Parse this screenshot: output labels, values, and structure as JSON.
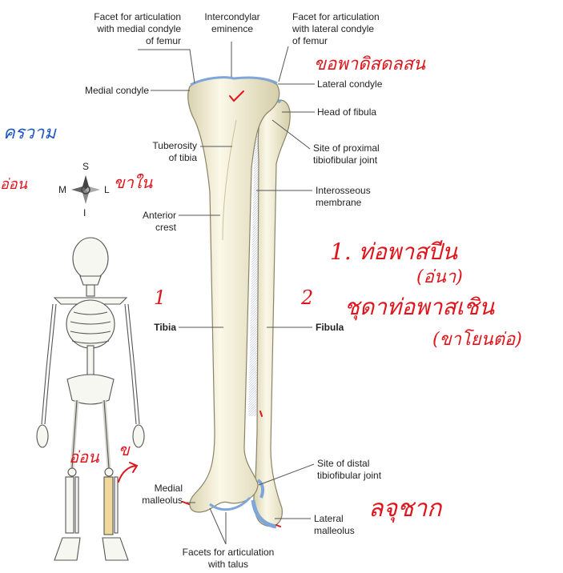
{
  "labels": {
    "facet_medial": "Facet for articulation\nwith medial condyle\nof femur",
    "intercondylar": "Intercondylar\neminence",
    "facet_lateral": "Facet for articulation\nwith lateral condyle\nof femur",
    "medial_condyle": "Medial condyle",
    "lateral_condyle": "Lateral condyle",
    "head_fibula": "Head of fibula",
    "tuberosity": "Tuberosity\nof tibia",
    "site_proximal": "Site of proximal\ntibiofibular joint",
    "interosseous": "Interosseous\nmembrane",
    "anterior_crest": "Anterior\ncrest",
    "tibia": "Tibia",
    "fibula": "Fibula",
    "site_distal": "Site of distal\ntibiofibular joint",
    "medial_malleolus": "Medial\nmalleolus",
    "lateral_malleolus": "Lateral\nmalleolus",
    "facets_talus": "Facets for articulation\nwith talus"
  },
  "compass": {
    "s": "S",
    "m": "M",
    "l": "L",
    "i": "I"
  },
  "annotations": {
    "num1": "1",
    "num2": "2",
    "note1_line1": "1. ท่อพาสปีน",
    "note1_line2": "(อ่นา)",
    "note2_line1": "ชุดาท่อพาสเชิน",
    "note2_line2": "(ขาโยนต่อ)",
    "top_note": "ขอพาดิสดลสน",
    "blue_note": "ครวาม",
    "left_note1": "อ่อน",
    "left_note2": "ขาใน",
    "leg_note1": "อ่อน",
    "leg_note2": "ข",
    "bottom_note": "ลจุชาก"
  },
  "colors": {
    "bone": "#f2edd3",
    "outline": "#8a8466",
    "joint": "#7fa6d8",
    "highlight_leg": "#f0d79a",
    "ink_red": "#e0151c",
    "ink_blue": "#1f58c8"
  }
}
